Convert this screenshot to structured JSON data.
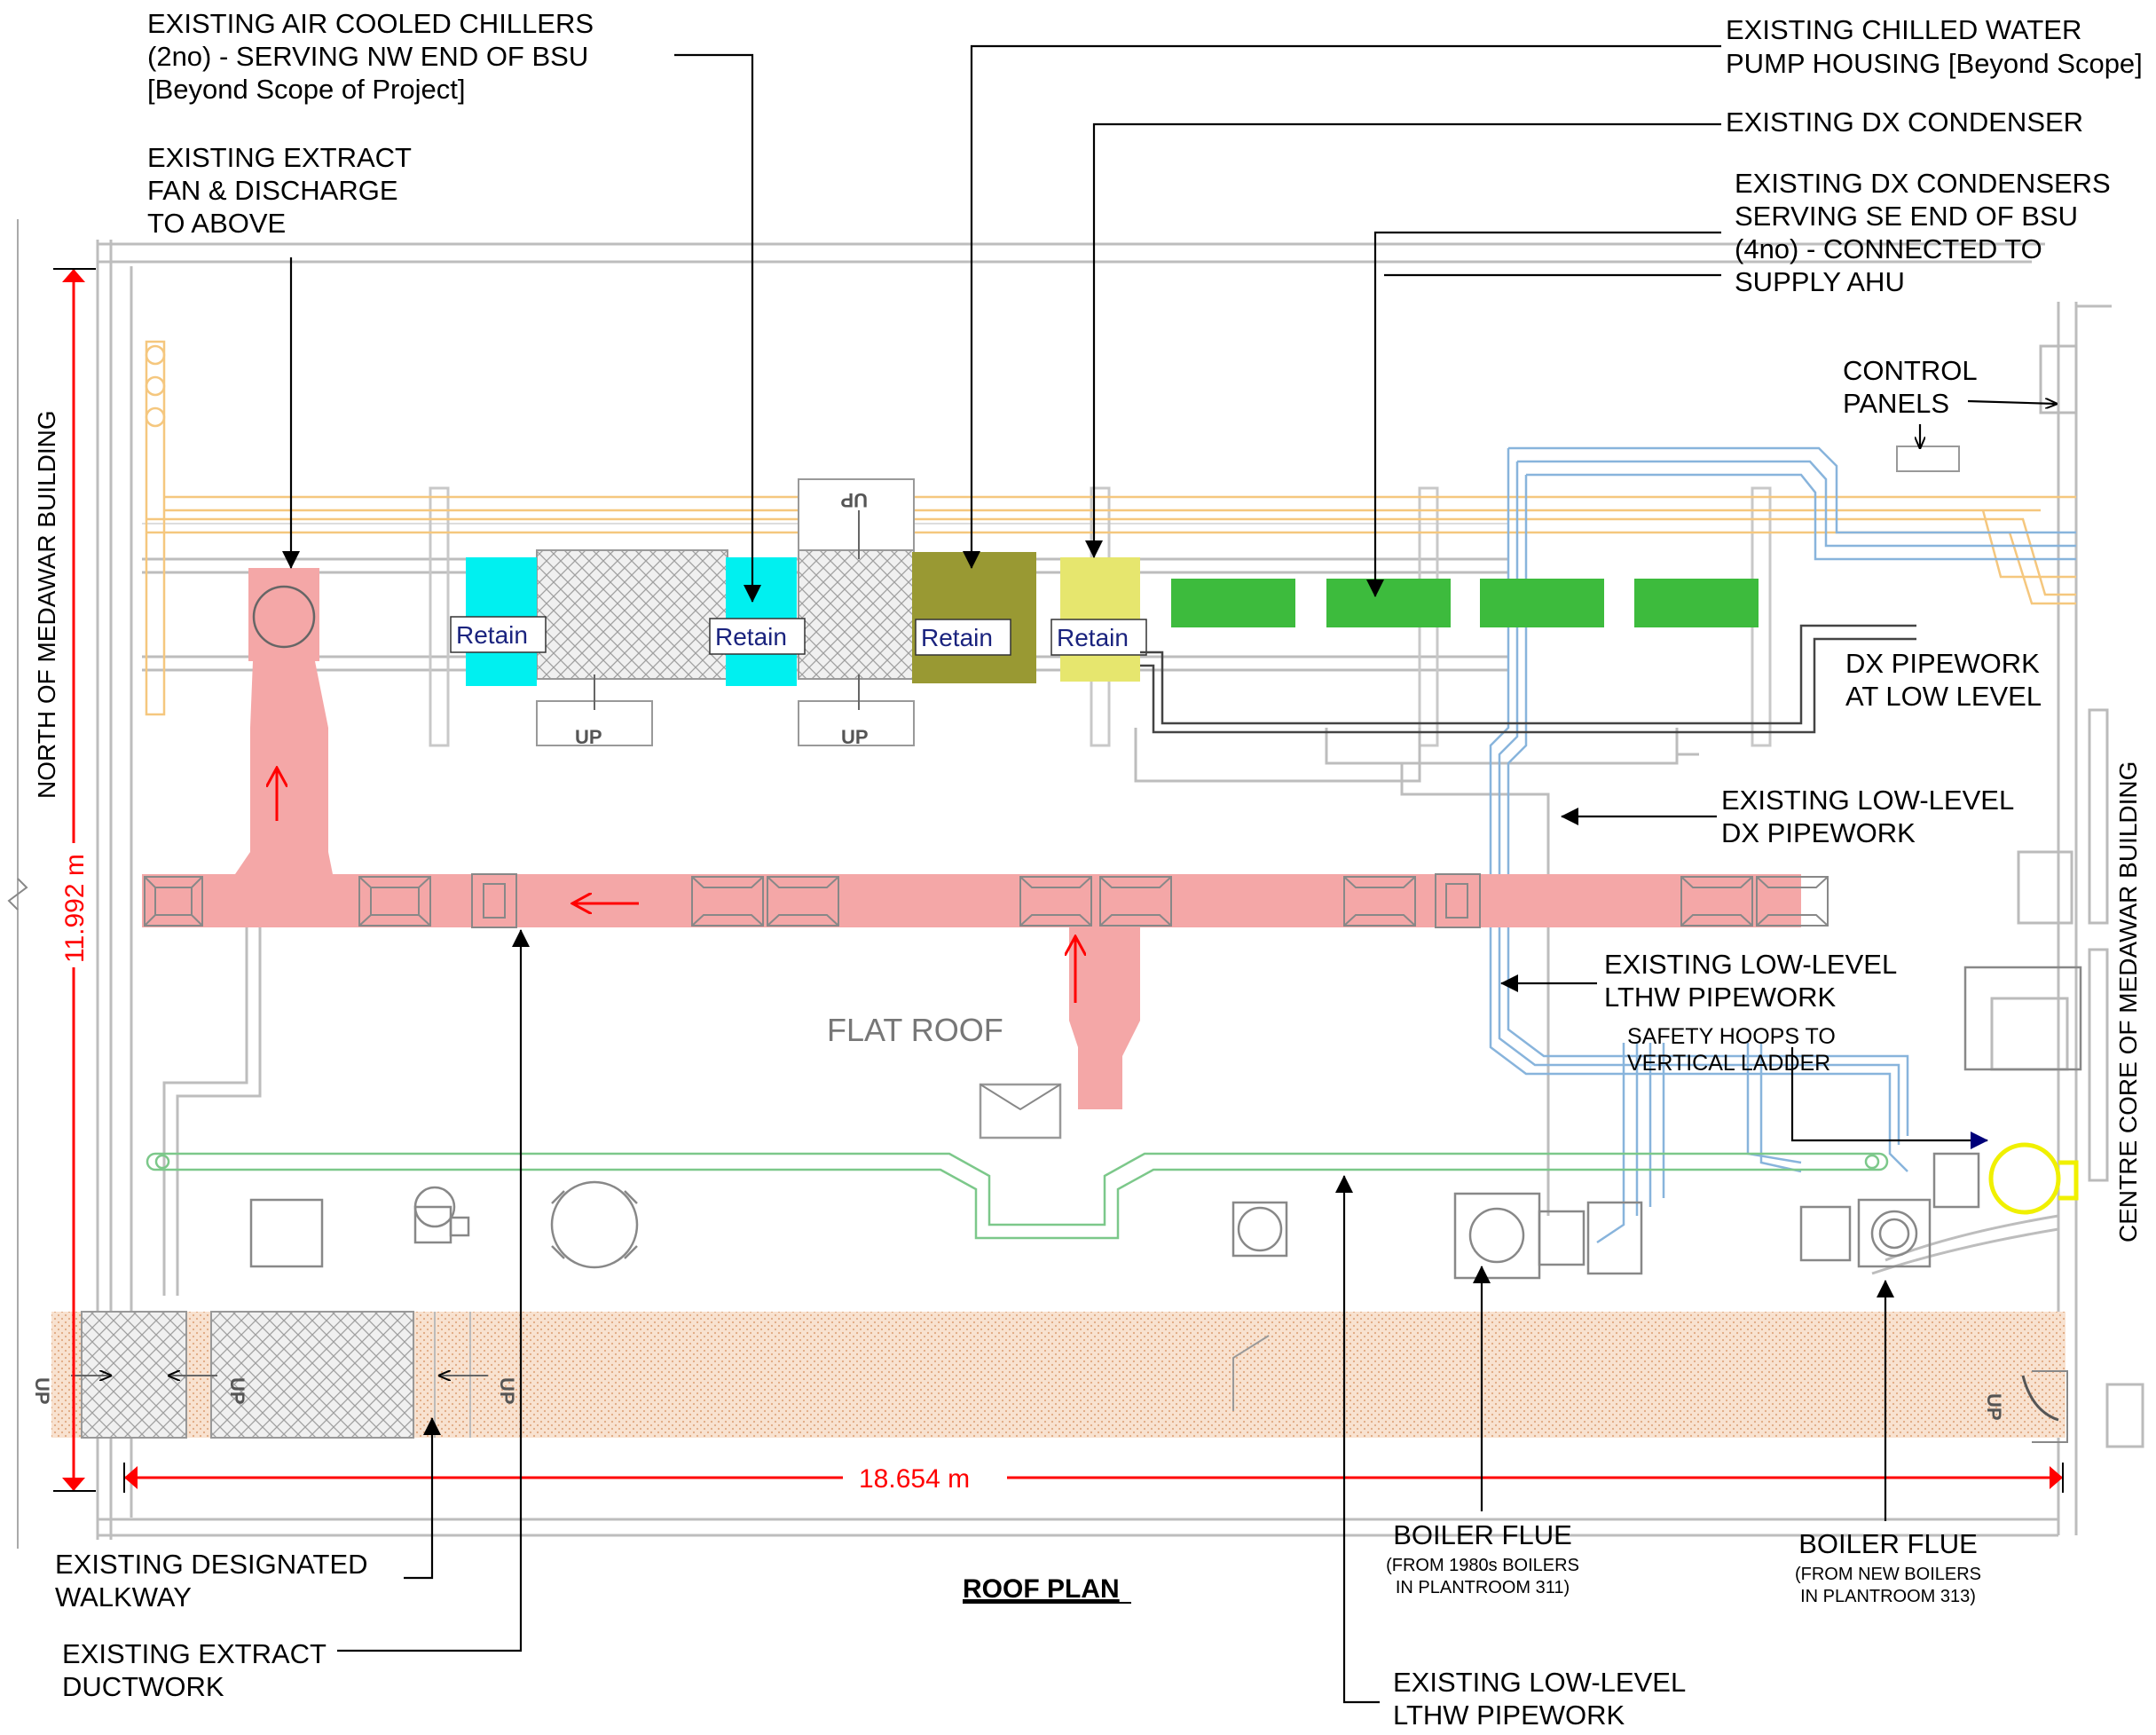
{
  "drawing": {
    "title": "ROOF PLAN",
    "area_label": "FLAT ROOF",
    "side_left": "NORTH OF MEDAWAR BUILDING",
    "side_right": "CENTRE CORE OF MEDAWAR BUILDING",
    "dim_vertical": "11.992 m",
    "dim_horizontal": "18.654 m",
    "retain_label": "Retain",
    "up_label": "UP"
  },
  "callouts": {
    "chillers": [
      "EXISTING AIR COOLED CHILLERS",
      "(2no) - SERVING NW END OF BSU",
      "[Beyond Scope of Project]"
    ],
    "extract_fan": [
      "EXISTING EXTRACT",
      "FAN & DISCHARGE",
      "TO ABOVE"
    ],
    "chw_pump": [
      "EXISTING CHILLED WATER",
      "PUMP HOUSING [Beyond Scope]"
    ],
    "dx_condenser": [
      "EXISTING DX CONDENSER"
    ],
    "dx_condensers": [
      "EXISTING DX CONDENSERS",
      "SERVING SE END OF BSU",
      "(4no) - CONNECTED TO",
      "SUPPLY AHU"
    ],
    "control_panels": [
      "CONTROL",
      "PANELS"
    ],
    "dx_pipework": [
      "DX PIPEWORK",
      "AT LOW LEVEL"
    ],
    "low_dx": [
      "EXISTING LOW-LEVEL",
      "DX PIPEWORK"
    ],
    "low_lthw": [
      "EXISTING LOW-LEVEL",
      "LTHW PIPEWORK"
    ],
    "safety_hoops": [
      "SAFETY HOOPS TO",
      "VERTICAL LADDER"
    ],
    "walkway": [
      "EXISTING DESIGNATED",
      "WALKWAY"
    ],
    "extract_duct": [
      "EXISTING EXTRACT",
      "DUCTWORK"
    ],
    "flue1": [
      "BOILER FLUE",
      "(FROM 1980s BOILERS",
      "IN PLANTROOM 311)"
    ],
    "flue2": [
      "BOILER FLUE",
      "(FROM NEW BOILERS",
      "IN PLANTROOM 313)"
    ],
    "lthw_bottom": [
      "EXISTING LOW-LEVEL",
      "LTHW PIPEWORK"
    ]
  },
  "colors": {
    "duct": "#f4a7a7",
    "cyan": "#00f0f0",
    "olive": "#999933",
    "yellow": "#e6e66e",
    "green": "#3dbb3d",
    "walkway": "#f7dcc8",
    "dimension": "#ff0000",
    "pipe_blue": "#88b4dc",
    "pipe_orange": "#f5c77e",
    "pipe_green": "#7cc88a"
  }
}
